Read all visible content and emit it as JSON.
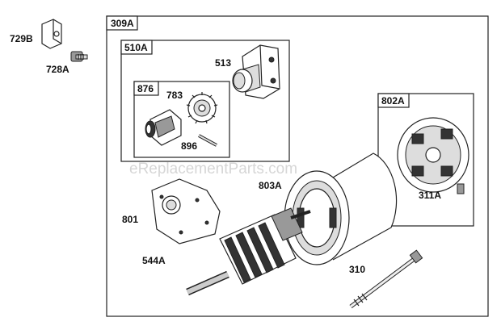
{
  "watermark": "eReplacementParts.com",
  "boxes": {
    "outer": "309A",
    "drive": "510A",
    "pinion": "876",
    "end_cap": "802A"
  },
  "callouts": {
    "bracket": "729B",
    "bolt": "728A",
    "drive_housing": "513",
    "gear": "783",
    "pin": "896",
    "plate": "801",
    "frame": "803A",
    "brush_assy": "311A",
    "armature": "544A",
    "thru_bolt": "310"
  }
}
